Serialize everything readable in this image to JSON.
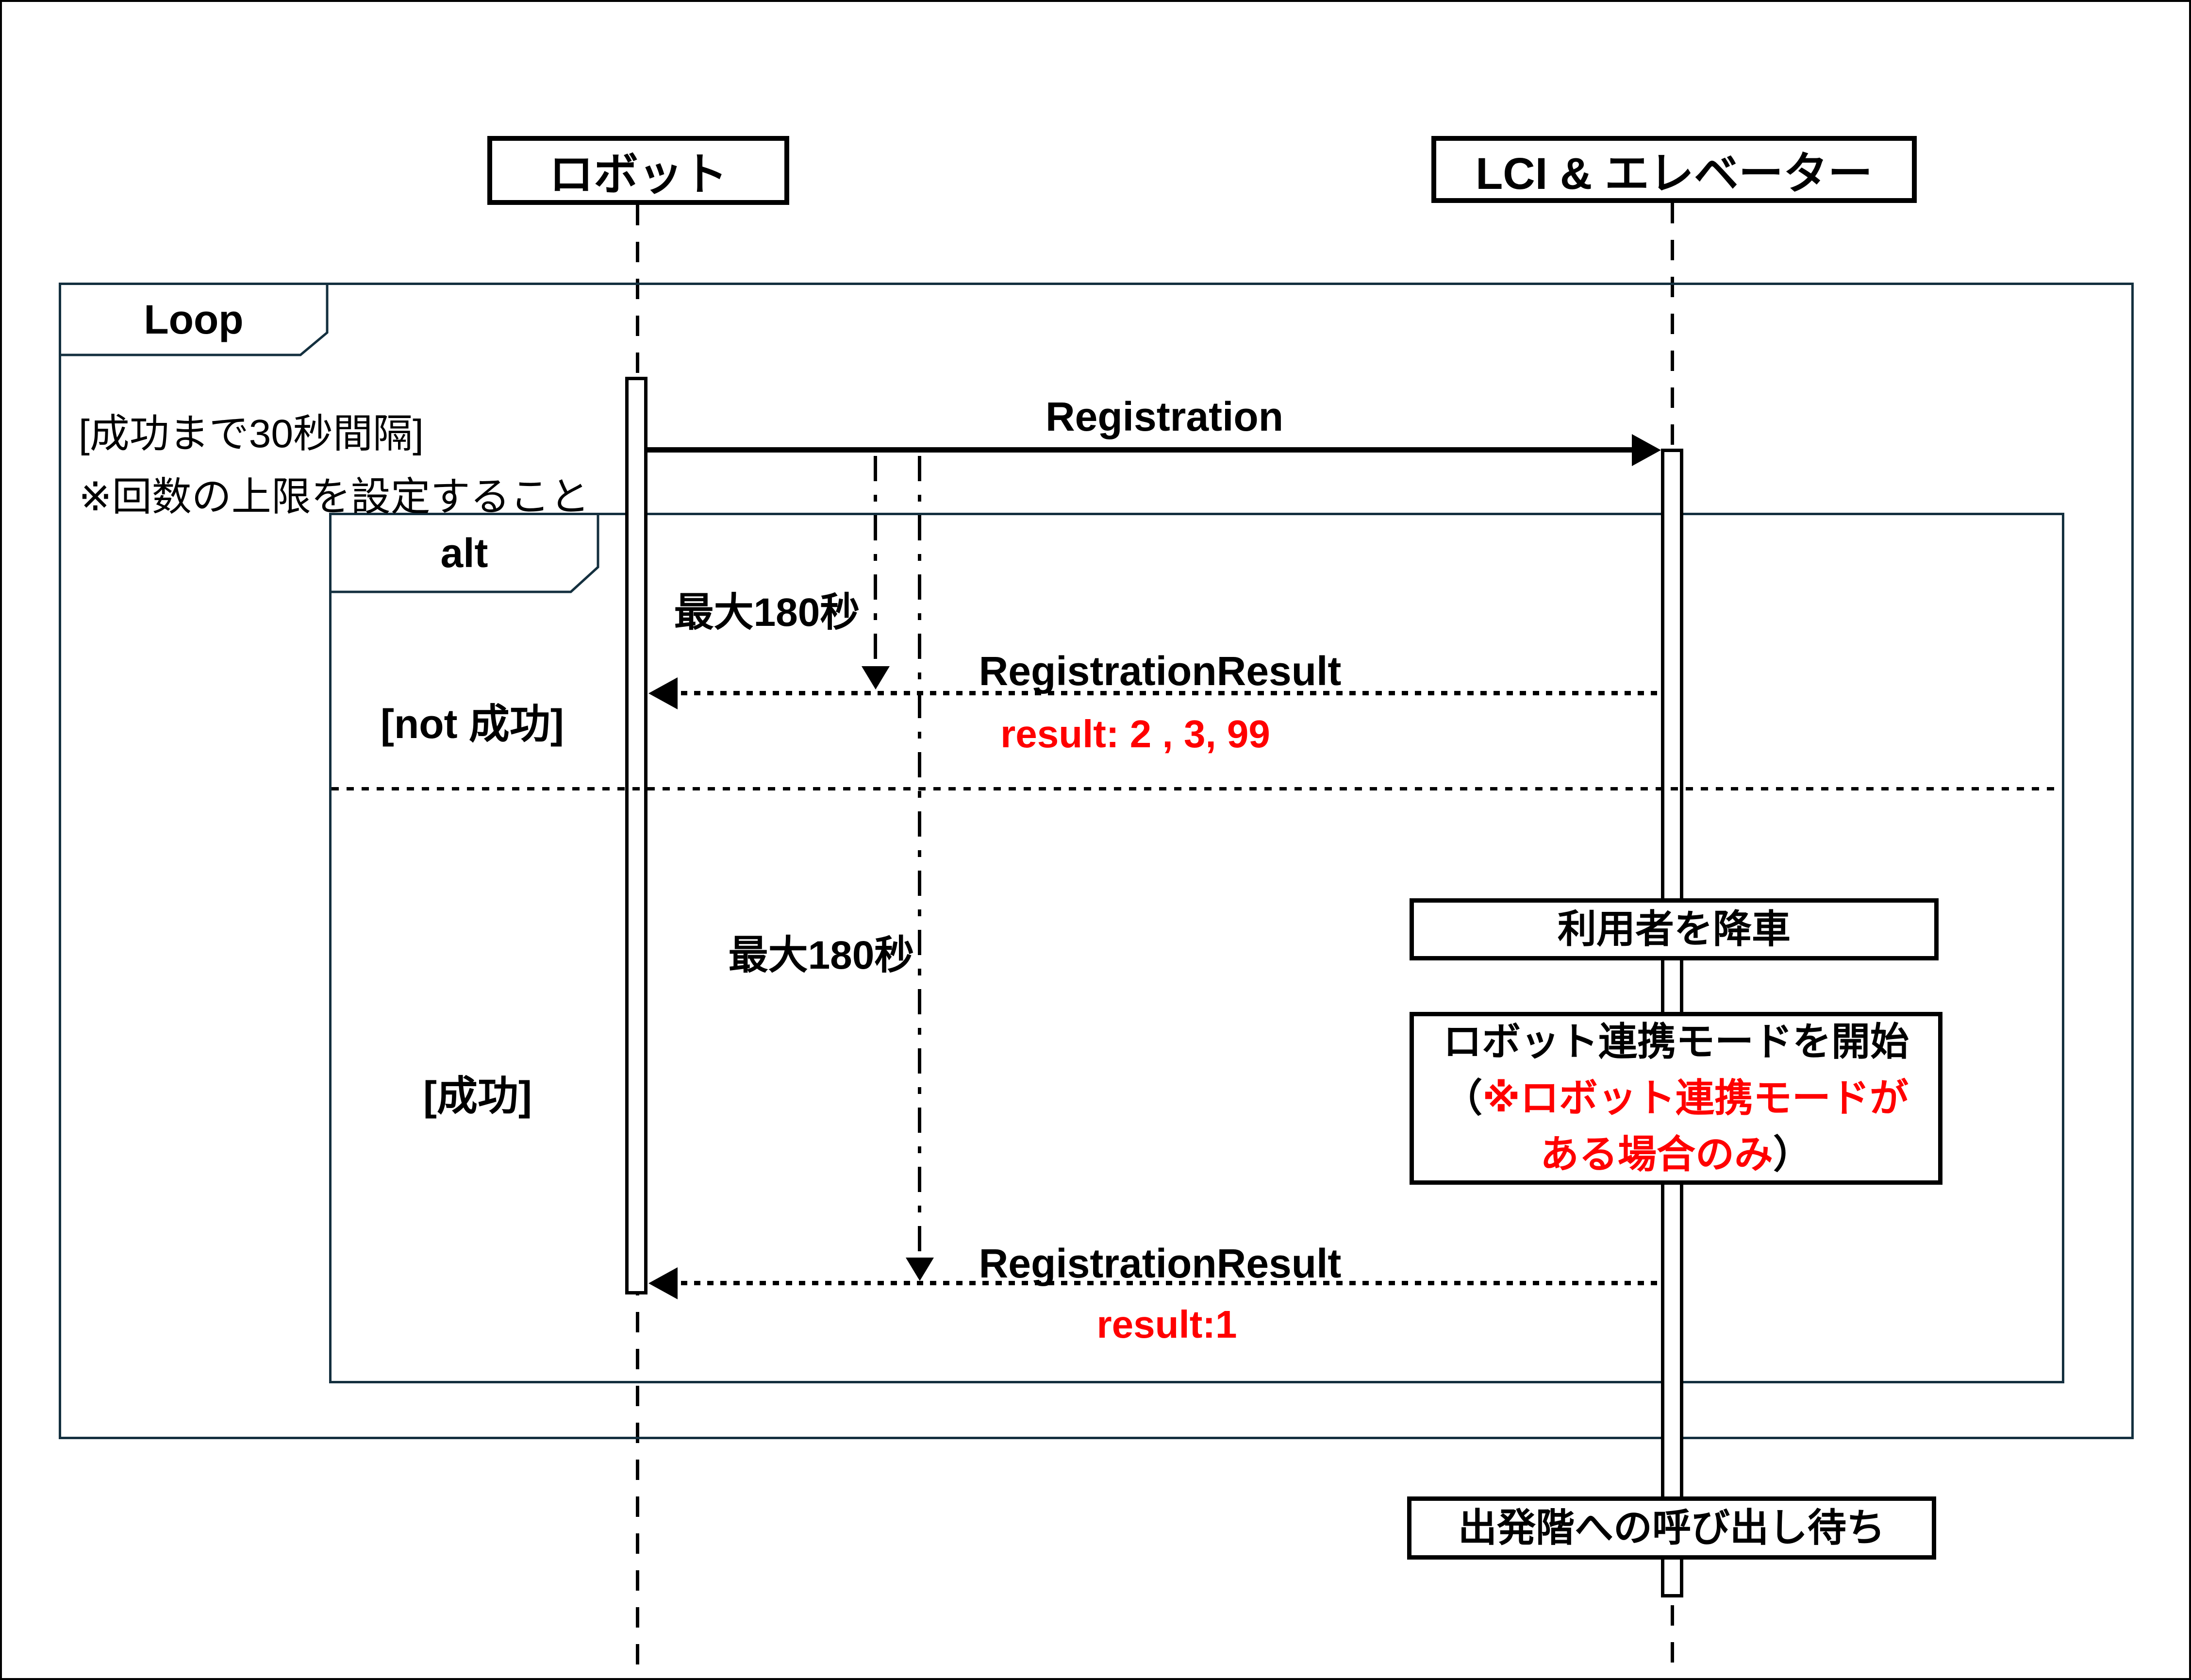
{
  "diagram_type": "uml-sequence-diagram",
  "actors": {
    "robot": "ロボット",
    "lci": "LCI & エレベーター"
  },
  "frames": {
    "loop": {
      "label": "Loop",
      "condition_line1": "[成功まで30秒間隔]",
      "condition_line2": "※回数の上限を設定すること"
    },
    "alt": {
      "label": "alt",
      "guard_not_success": "[not 成功]",
      "guard_success": "[成功]"
    }
  },
  "messages": {
    "registration": {
      "label": "Registration"
    },
    "registration_result_fail": {
      "label": "RegistrationResult",
      "annotation": "result: 2 , 3, 99"
    },
    "registration_result_success": {
      "label": "RegistrationResult",
      "annotation": "result:1"
    },
    "timeout_first": "最大180秒",
    "timeout_second": "最大180秒"
  },
  "notes": {
    "dropoff": "利用者を降車",
    "robot_mode": {
      "line1": "ロボット連携モードを開始",
      "line2_prefix": "（",
      "line2_red": "※ロボット連携モードが",
      "line3_red": "ある場合のみ",
      "line3_suffix": "）"
    },
    "waiting": "出発階への呼び出し待ち"
  },
  "colors": {
    "red": "#FF0000",
    "frame_border": "#14303F",
    "line_black": "#000000"
  }
}
